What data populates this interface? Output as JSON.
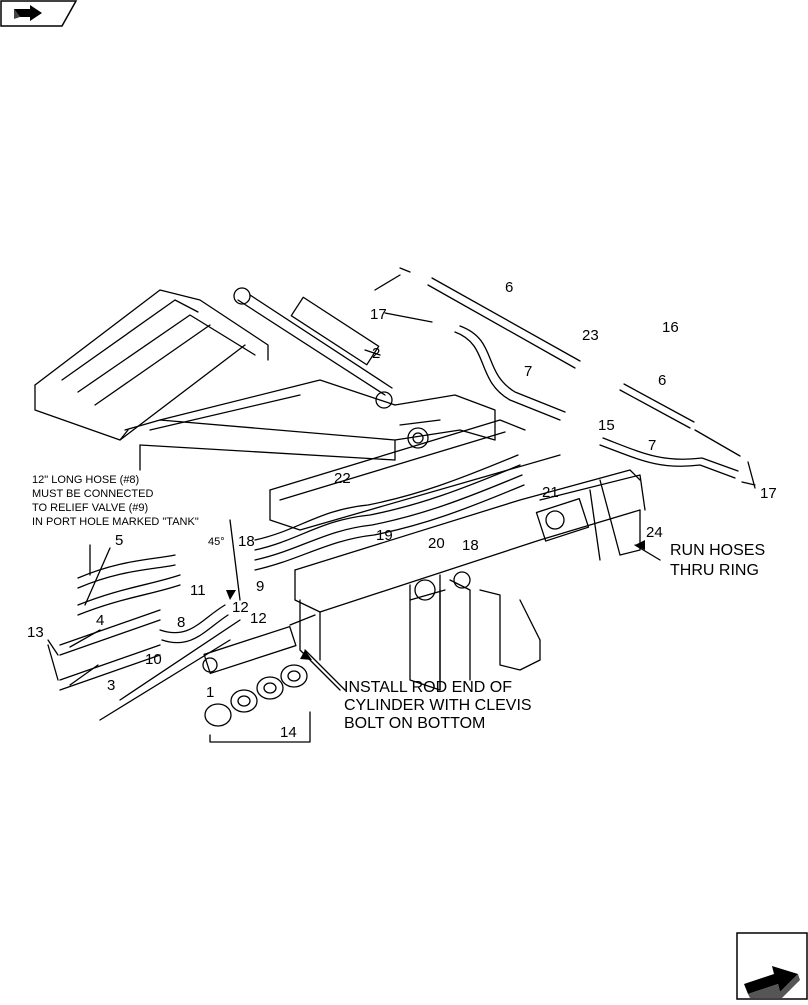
{
  "nav": {
    "back_icon": "return-arrow-icon",
    "forward_icon": "page-forward-icon"
  },
  "callouts": [
    "1",
    "2",
    "3",
    "4",
    "5",
    "6",
    "6",
    "7",
    "7",
    "8",
    "9",
    "10",
    "11",
    "12",
    "12",
    "13",
    "14",
    "15",
    "16",
    "17",
    "17",
    "18",
    "18",
    "19",
    "20",
    "21",
    "22",
    "23",
    "24"
  ],
  "notes": {
    "hose_note": [
      "12\" LONG HOSE (#8)",
      "MUST BE CONNECTED",
      "TO RELIEF VALVE (#9)",
      "IN PORT HOLE MARKED \"TANK\""
    ],
    "angle_mark": "45°",
    "run_hoses": [
      "RUN HOSES",
      "THRU RING"
    ],
    "install_note": [
      "INSTALL ROD END OF",
      "CYLINDER WITH CLEVIS",
      "BOLT ON BOTTOM"
    ]
  }
}
